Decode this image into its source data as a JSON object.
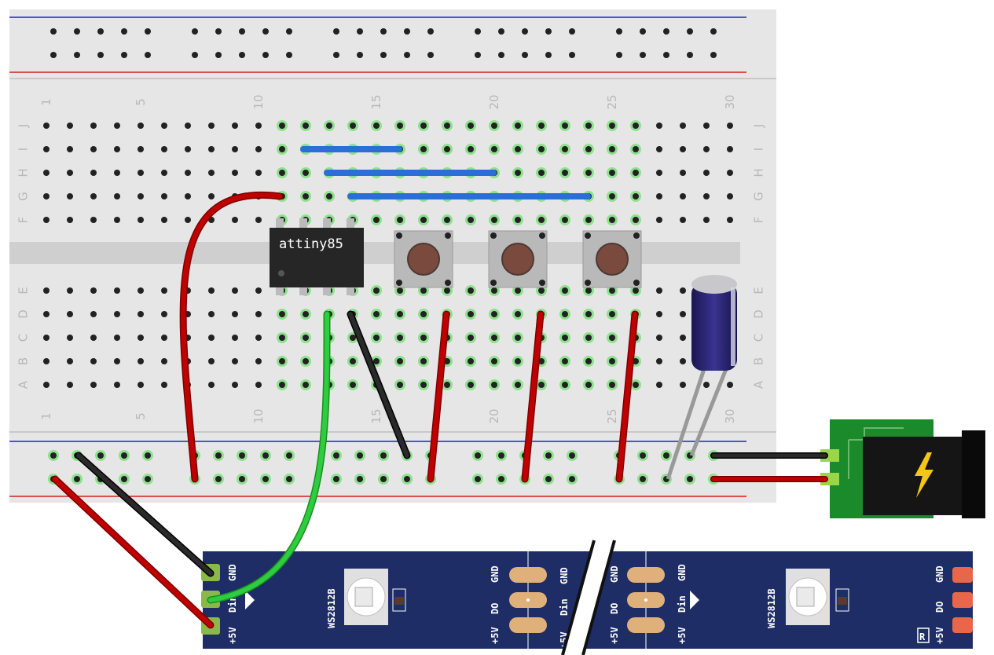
{
  "breadboard": {
    "column_numbers": [
      "1",
      "5",
      "10",
      "15",
      "20",
      "25",
      "30"
    ],
    "row_letters_top": [
      "J",
      "I",
      "H",
      "G",
      "F"
    ],
    "row_letters_bottom": [
      "E",
      "D",
      "C",
      "B",
      "A"
    ]
  },
  "chip": {
    "label": "attiny85"
  },
  "led_strip": {
    "pin_labels": [
      "+5V",
      "Din",
      "GND"
    ],
    "out_labels": [
      "+5V",
      "DO",
      "GND"
    ],
    "led_chip_label": "WS2812B",
    "logo": "R"
  },
  "colors": {
    "breadboard": "#e6e6e6",
    "rail_blue": "#2020d0",
    "rail_red": "#d02020",
    "wire_red": "#b40000",
    "wire_black": "#1a1a1a",
    "wire_green": "#2ebd2e",
    "wire_blue": "#2a6fd6",
    "strip": "#1e2d66",
    "power_board": "#1a8a2a"
  },
  "icons": [
    "power-bolt-icon"
  ]
}
